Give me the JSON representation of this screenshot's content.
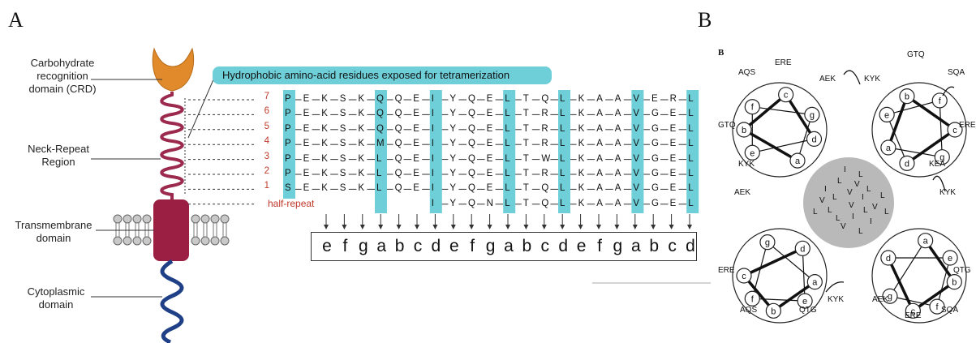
{
  "panel_a": {
    "letter": "A",
    "labels": {
      "crd": [
        "Carbohydrate",
        "recognition",
        "domain (CRD)"
      ],
      "neck": [
        "Neck-Repeat",
        "Region"
      ],
      "tm": [
        "Transmembrane",
        "domain"
      ],
      "cyto": [
        "Cytoplasmic",
        "domain"
      ]
    },
    "banner": "Hydrophobic amino-acid residues exposed for tetramerization",
    "half_repeat_label": "half-repeat",
    "repeats": [
      {
        "num": "7",
        "seq": [
          "P",
          "E",
          "K",
          "S",
          "K",
          "Q",
          "Q",
          "E",
          "I",
          "Y",
          "Q",
          "E",
          "L",
          "T",
          "Q",
          "L",
          "K",
          "A",
          "A",
          "V",
          "E",
          "R",
          "L"
        ]
      },
      {
        "num": "6",
        "seq": [
          "P",
          "E",
          "K",
          "S",
          "K",
          "Q",
          "Q",
          "E",
          "I",
          "Y",
          "Q",
          "E",
          "L",
          "T",
          "R",
          "L",
          "K",
          "A",
          "A",
          "V",
          "G",
          "E",
          "L"
        ]
      },
      {
        "num": "5",
        "seq": [
          "P",
          "E",
          "K",
          "S",
          "K",
          "Q",
          "Q",
          "E",
          "I",
          "Y",
          "Q",
          "E",
          "L",
          "T",
          "R",
          "L",
          "K",
          "A",
          "A",
          "V",
          "G",
          "E",
          "L"
        ]
      },
      {
        "num": "4",
        "seq": [
          "P",
          "E",
          "K",
          "S",
          "K",
          "M",
          "Q",
          "E",
          "I",
          "Y",
          "Q",
          "E",
          "L",
          "T",
          "R",
          "L",
          "K",
          "A",
          "A",
          "V",
          "G",
          "E",
          "L"
        ]
      },
      {
        "num": "3",
        "seq": [
          "P",
          "E",
          "K",
          "S",
          "K",
          "L",
          "Q",
          "E",
          "I",
          "Y",
          "Q",
          "E",
          "L",
          "T",
          "W",
          "L",
          "K",
          "A",
          "A",
          "V",
          "G",
          "E",
          "L"
        ]
      },
      {
        "num": "2",
        "seq": [
          "P",
          "E",
          "K",
          "S",
          "K",
          "L",
          "Q",
          "E",
          "I",
          "Y",
          "Q",
          "E",
          "L",
          "T",
          "R",
          "L",
          "K",
          "A",
          "A",
          "V",
          "G",
          "E",
          "L"
        ]
      },
      {
        "num": "1",
        "seq": [
          "S",
          "E",
          "K",
          "S",
          "K",
          "L",
          "Q",
          "E",
          "I",
          "Y",
          "Q",
          "E",
          "L",
          "T",
          "Q",
          "L",
          "K",
          "A",
          "A",
          "V",
          "G",
          "E",
          "L"
        ]
      },
      {
        "num": "",
        "seq": [
          "",
          "",
          "",
          "",
          "",
          "",
          "",
          "",
          "I",
          "Y",
          "Q",
          "N",
          "L",
          "T",
          "Q",
          "L",
          "K",
          "A",
          "A",
          "V",
          "G",
          "E",
          "L"
        ]
      }
    ],
    "heptad": [
      "e",
      "f",
      "g",
      "a",
      "b",
      "c",
      "d",
      "e",
      "f",
      "g",
      "a",
      "b",
      "c",
      "d",
      "e",
      "f",
      "g",
      "a",
      "b",
      "c",
      "d"
    ]
  },
  "panel_b": {
    "letter": "B",
    "inner_letter": "B",
    "helix_positions": [
      "a",
      "b",
      "c",
      "d",
      "e",
      "f",
      "g"
    ],
    "outer_residues": {
      "top_left_f": "AQS",
      "top_c": "ERE",
      "top_right_b": "GTQ",
      "top_right_f": "SQA",
      "left_b": "GTQ",
      "right_c": "ERE",
      "left_e": "KYK",
      "right_e": "KEA",
      "mid_left_e": "AEK",
      "mid_right_g": "KYK",
      "bottom_left_c": "ERE",
      "bottom_left_f": "AQS",
      "bottom_b": "QTG",
      "bottom_right_b": "QTG",
      "bottom_right_c": "ERE",
      "bottom_right_f": "SQA",
      "top_ek_left": "AEK",
      "top_ek_right": "KYK",
      "bottom_ek_left": "KYK",
      "bottom_ek_right": "AEK"
    },
    "core_residues": "ILVLIVLILLVLVLIVLILLVL"
  }
}
